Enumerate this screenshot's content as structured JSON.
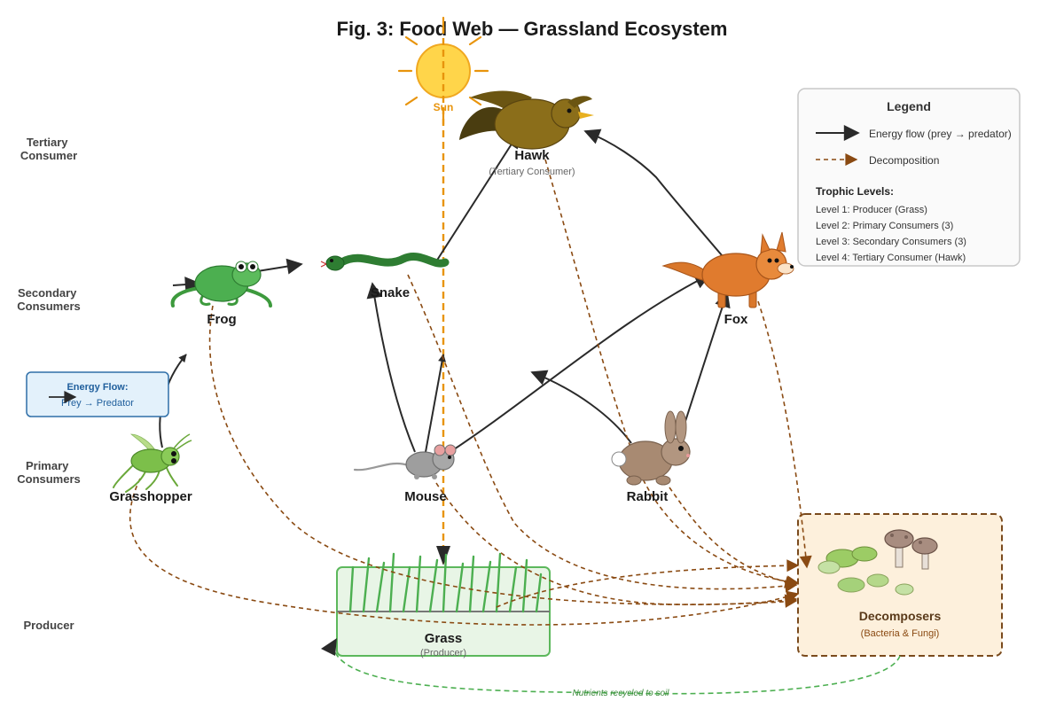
{
  "title": "Fig. 3: Food Web — Grassland Ecosystem",
  "levels": {
    "tertiary": [
      "Tertiary",
      "Consumer"
    ],
    "secondary": [
      "Secondary",
      "Consumers"
    ],
    "primary": [
      "Primary",
      "Consumers"
    ],
    "producer": "Producer"
  },
  "sun_label": "Sun",
  "organisms": {
    "hawk": {
      "name": "Hawk",
      "sub": "(Tertiary Consumer)"
    },
    "snake": {
      "name": "Snake"
    },
    "frog": {
      "name": "Frog"
    },
    "fox": {
      "name": "Fox"
    },
    "grasshopper": {
      "name": "Grasshopper"
    },
    "mouse": {
      "name": "Mouse"
    },
    "rabbit": {
      "name": "Rabbit"
    },
    "grass": {
      "name": "Grass",
      "sub": "(Producer)"
    }
  },
  "decomposers": {
    "name": "Decomposers",
    "sub": "(Bacteria & Fungi)"
  },
  "energy_note": {
    "title": "Energy Flow:",
    "text": "Prey → Predator"
  },
  "legend": {
    "title": "Legend",
    "energy": "Energy flow (prey → predator)",
    "decomp": "Decomposition",
    "levels_title": "Trophic Levels:",
    "levels": [
      "Level 1: Producer (Grass)",
      "Level 2: Primary Consumers (3)",
      "Level 3: Secondary Consumers (3)",
      "Level 4: Tertiary Consumer (Hawk)"
    ]
  },
  "recycle_label": "Nutrients recycled to soil",
  "colors": {
    "energy": "#2a2a2a",
    "decomposition": "#8a4a12",
    "sun": "#ffd54a",
    "sun_ray": "#e8940c",
    "grass": "#4caf50",
    "legend_border": "#c8c8c8",
    "decomposer_fill": "#fdf0dc"
  }
}
